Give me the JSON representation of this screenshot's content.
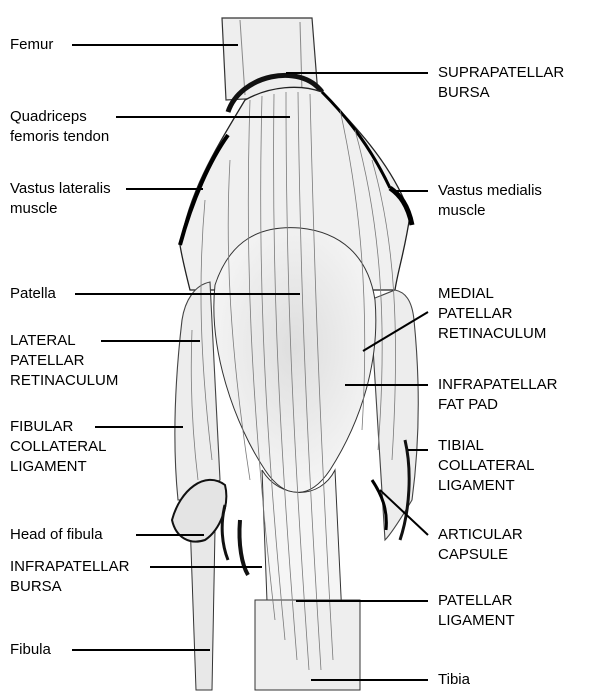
{
  "labels_left": [
    {
      "id": "femur",
      "lines": [
        "Femur"
      ]
    },
    {
      "id": "quadriceps-femoris-tendon",
      "lines": [
        "Quadriceps",
        "femoris tendon"
      ]
    },
    {
      "id": "vastus-lateralis-muscle",
      "lines": [
        "Vastus lateralis",
        "muscle"
      ]
    },
    {
      "id": "patella",
      "lines": [
        "Patella"
      ]
    },
    {
      "id": "lateral-patellar-retinaculum",
      "lines": [
        "LATERAL",
        "PATELLAR",
        "RETINACULUM"
      ]
    },
    {
      "id": "fibular-collateral-ligament",
      "lines": [
        "FIBULAR",
        "COLLATERAL",
        "LIGAMENT"
      ]
    },
    {
      "id": "head-of-fibula",
      "lines": [
        "Head of fibula"
      ]
    },
    {
      "id": "infrapatellar-bursa",
      "lines": [
        "INFRAPATELLAR",
        "BURSA"
      ]
    },
    {
      "id": "fibula",
      "lines": [
        "Fibula"
      ]
    }
  ],
  "labels_right": [
    {
      "id": "suprapatellar-bursa",
      "lines": [
        "SUPRAPATELLAR",
        "BURSA"
      ]
    },
    {
      "id": "vastus-medialis-muscle",
      "lines": [
        "Vastus medialis",
        "muscle"
      ]
    },
    {
      "id": "medial-patellar-retinaculum",
      "lines": [
        "MEDIAL",
        "PATELLAR",
        "RETINACULUM"
      ]
    },
    {
      "id": "infrapatellar-fat-pad",
      "lines": [
        "INFRAPATELLAR",
        "FAT PAD"
      ]
    },
    {
      "id": "tibial-collateral-ligament",
      "lines": [
        "TIBIAL",
        "COLLATERAL",
        "LIGAMENT"
      ]
    },
    {
      "id": "articular-capsule",
      "lines": [
        "ARTICULAR",
        "CAPSULE"
      ]
    },
    {
      "id": "patellar-ligament",
      "lines": [
        "PATELLAR",
        "LIGAMENT"
      ]
    },
    {
      "id": "tibia",
      "lines": [
        "Tibia"
      ]
    }
  ],
  "colors": {
    "ink": "#000000",
    "tissue": "#f2f2f2",
    "shade": "#c8c8c8",
    "background": "#ffffff"
  }
}
